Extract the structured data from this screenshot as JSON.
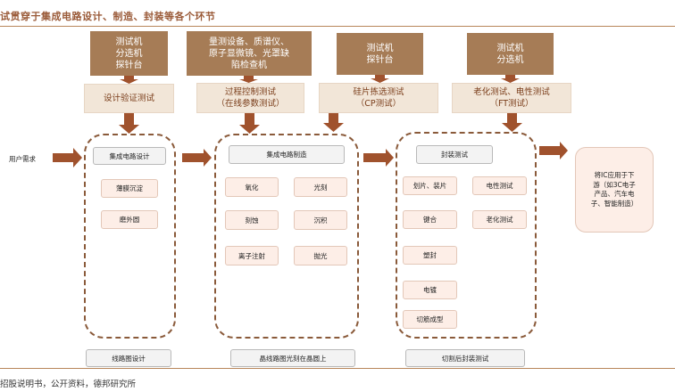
{
  "title": "试贯穿于集成电路设计、制造、封装等各个环节",
  "equipment": [
    "测试机\n分选机\n探针台",
    "量测设备、质谱仪、\n原子显微镜、光罩缺\n陷检查机",
    "测试机\n探针台",
    "测试机\n分选机"
  ],
  "tests": [
    "设计验证测试",
    "过程控制测试\n（在线参数测试）",
    "硅片拣选测试\n（CP测试）",
    "老化测试、电性测试\n（FT测试）"
  ],
  "user_demand": "用户需求",
  "design": {
    "header": "集成电路设计",
    "items": [
      "薄膜沉淀",
      "磨外圆"
    ],
    "bottom": "线路图设计"
  },
  "manufacturing": {
    "header": "集成电路制造",
    "items": [
      "氧化",
      "光刻",
      "刻蚀",
      "沉积",
      "离子注射",
      "抛光"
    ],
    "bottom": "晶线路图光刻在晶圆上"
  },
  "packaging": {
    "header": "封装测试",
    "left_items": [
      "划片、装片",
      "键合",
      "塑封",
      "电镀",
      "切筋成型"
    ],
    "right_items": [
      "电性测试",
      "老化测试"
    ],
    "bottom": "切割后封装测试"
  },
  "downstream": "将IC应用于下\n游（如3C电子\n产品、汽车电\n子、智能制造）",
  "source": "招股说明书，公开资料，德邦研究所",
  "colors": {
    "equipment_bg": "#a67c56",
    "test_bg": "#f2e6d8",
    "node_bg": "#fdeee7",
    "arrow": "#a0522d"
  }
}
